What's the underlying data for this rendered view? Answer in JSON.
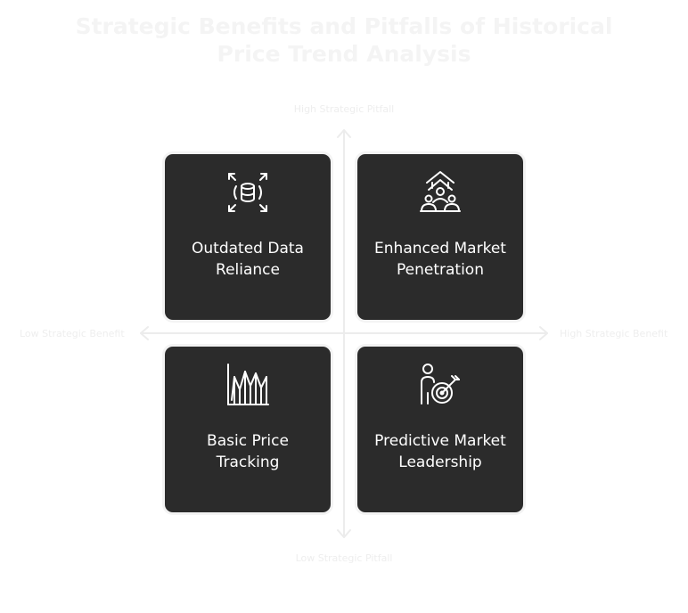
{
  "title": {
    "line1": "Strategic Benefits and Pitfalls of Historical",
    "line2": "Price Trend Analysis"
  },
  "axes": {
    "top": "High Strategic Pitfall",
    "bottom": "Low Strategic Pitfall",
    "left": "Low Strategic Benefit",
    "right": "High Strategic Benefit"
  },
  "quadrants": {
    "top_left": {
      "label": "Outdated Data Reliance",
      "icon": "database-expand-icon"
    },
    "top_right": {
      "label": "Enhanced Market Penetration",
      "icon": "growth-arrow-group-icon"
    },
    "bottom_left": {
      "label": "Basic Price Tracking",
      "icon": "line-chart-icon"
    },
    "bottom_right": {
      "label": "Predictive Market Leadership",
      "icon": "person-target-icon"
    }
  },
  "colors": {
    "card": "#2b2b2b",
    "card_text": "#ffffff",
    "axis": "#eeeeee",
    "faint_text": "#eeeeee"
  }
}
